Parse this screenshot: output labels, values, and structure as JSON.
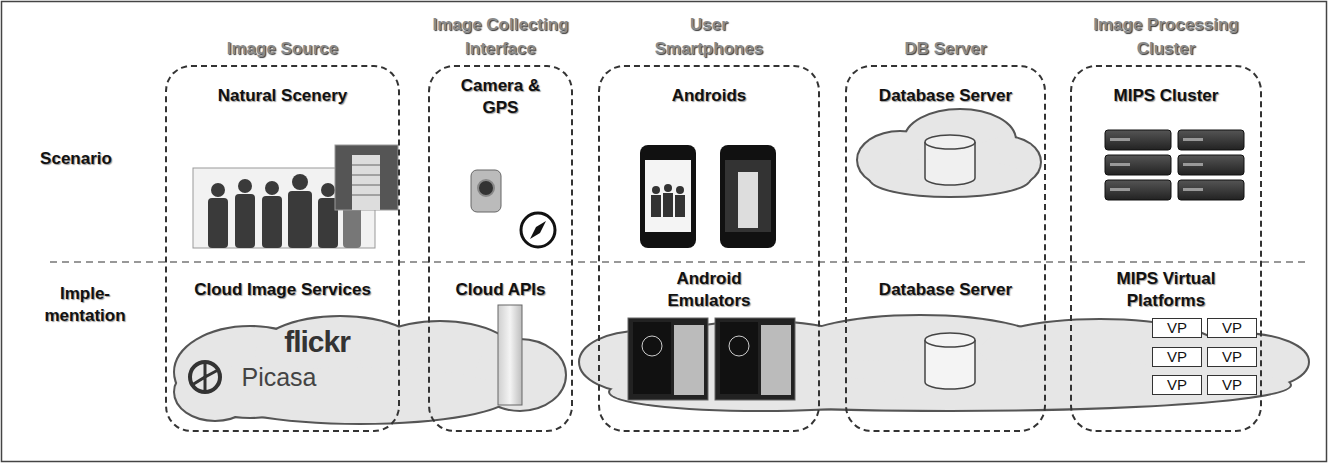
{
  "diagram": {
    "nodes": [
      {
        "text": [
          "Image Source",
          "Natural Scenery",
          "Cloud Image Services"
        ]
      },
      {
        "text": [
          "Image Collecting Interface",
          "Camera & GPS",
          "Cloud APIs"
        ]
      },
      {
        "text": [
          "User Smartphones",
          "Androids",
          "Android Emulators"
        ]
      },
      {
        "text": [
          "DB Server",
          "Database Server",
          "Database Server"
        ]
      },
      {
        "text": [
          "Image Processing Cluster",
          "MIPS Cluster",
          "MIPS Virtual Platforms"
        ]
      },
      {
        "text": [
          "VP"
        ],
        "in": 4
      },
      {
        "text": [
          "VP"
        ],
        "in": 4
      },
      {
        "text": [
          "VP"
        ],
        "in": 4
      },
      {
        "text": [
          "VP"
        ],
        "in": 4
      },
      {
        "text": [
          "VP"
        ],
        "in": 4
      },
      {
        "text": [
          "VP"
        ],
        "in": 4
      }
    ],
    "labels": [
      "Scenario",
      "Imple- mentation",
      "flickr",
      "Picasa"
    ]
  }
}
